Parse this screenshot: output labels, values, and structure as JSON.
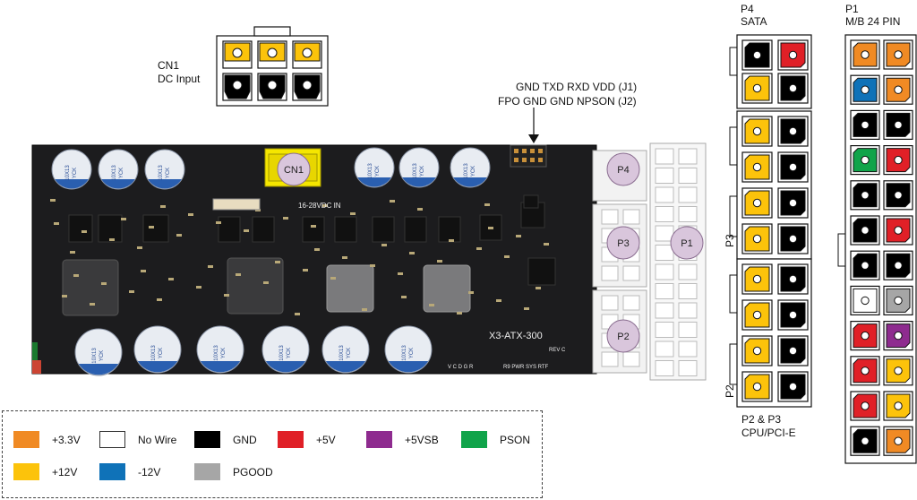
{
  "cn1": {
    "title": "CN1",
    "subtitle": "DC Input"
  },
  "jumpers": {
    "j1": "GND TXD RXD VDD  (J1)",
    "j2": "FPO GND GND NPSON  (J2)"
  },
  "p4": {
    "title": "P4",
    "subtitle": "SATA"
  },
  "p1": {
    "title": "P1",
    "subtitle": "M/B 24 PIN"
  },
  "p3_side": "P3",
  "p2_side": "P2",
  "p2p3": {
    "title": "P2 & P3",
    "subtitle": "CPU/PCI-E"
  },
  "board": {
    "badges": [
      "CN1",
      "P4",
      "P3",
      "P1",
      "P2"
    ],
    "silk_voltage": "16-28VDC IN",
    "silk_model": "X3-ATX-300",
    "silk_rev": "REV C",
    "silk_leds": "R9 PWR SYS RTF",
    "silk_test": "V C D G R",
    "cap_label_1": "10X13",
    "cap_label_2": "YCK"
  },
  "colors": {
    "+3.3V": "#f08a24",
    "No Wire": "#ffffff",
    "GND": "#000000",
    "+5V": "#e02027",
    "+5VSB": "#8e2b8f",
    "PSON": "#10a44a",
    "+12V": "#fcc30b",
    "-12V": "#0f72b8",
    "PGOOD": "#a6a6a6"
  },
  "cn1_pins": [
    "+12V",
    "+12V",
    "+12V",
    "GND",
    "GND",
    "GND"
  ],
  "p4_pins": [
    [
      "GND",
      "+5V"
    ],
    [
      "+12V",
      "GND"
    ]
  ],
  "p3_pins": [
    [
      "+12V",
      "GND"
    ],
    [
      "+12V",
      "GND"
    ],
    [
      "+12V",
      "GND"
    ],
    [
      "+12V",
      "GND"
    ]
  ],
  "p2_pins": [
    [
      "+12V",
      "GND"
    ],
    [
      "+12V",
      "GND"
    ],
    [
      "+12V",
      "GND"
    ],
    [
      "+12V",
      "GND"
    ]
  ],
  "p1_pins": [
    [
      "+3.3V",
      "+3.3V"
    ],
    [
      "-12V",
      "+3.3V"
    ],
    [
      "GND",
      "GND"
    ],
    [
      "PSON",
      "+5V"
    ],
    [
      "GND",
      "GND"
    ],
    [
      "GND",
      "+5V"
    ],
    [
      "GND",
      "GND"
    ],
    [
      "No Wire",
      "PGOOD"
    ],
    [
      "+5V",
      "+5VSB"
    ],
    [
      "+5V",
      "+12V"
    ],
    [
      "+5V",
      "+12V"
    ],
    [
      "GND",
      "+3.3V"
    ]
  ],
  "legend": [
    {
      "label": "+3.3V",
      "color": "#f08a24"
    },
    {
      "label": "No Wire",
      "color": "#ffffff"
    },
    {
      "label": "GND",
      "color": "#000000"
    },
    {
      "label": "+5V",
      "color": "#e02027"
    },
    {
      "label": "+5VSB",
      "color": "#8e2b8f"
    },
    {
      "label": "PSON",
      "color": "#10a44a"
    },
    {
      "label": "+12V",
      "color": "#fcc30b"
    },
    {
      "label": "-12V",
      "color": "#0f72b8"
    },
    {
      "label": "PGOOD",
      "color": "#a6a6a6"
    }
  ]
}
